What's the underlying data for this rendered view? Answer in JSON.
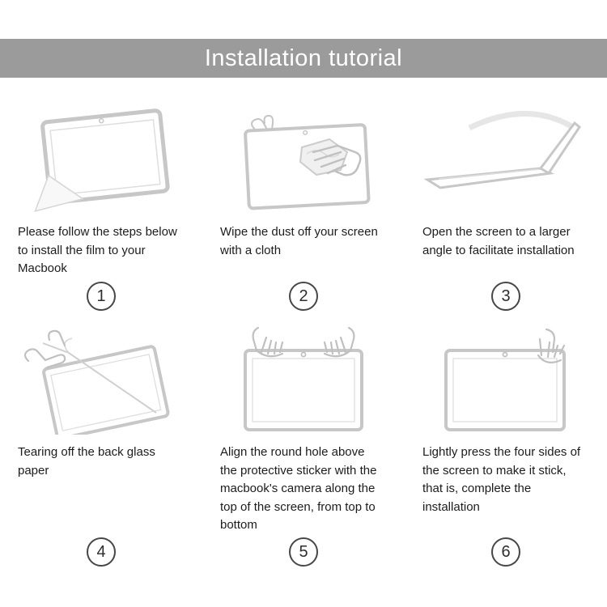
{
  "header": {
    "title": "Installation tutorial",
    "bg": "#9b9b9b",
    "text_color": "#ffffff"
  },
  "style": {
    "line_art_color": "#c7c7c7",
    "caption_color": "#1c1c1c",
    "number_circle_color": "#474747"
  },
  "steps": [
    {
      "number": "1",
      "caption": "Please follow the steps below to install the film to your Macbook",
      "illustration": "screen-film-peeling-corner"
    },
    {
      "number": "2",
      "caption": "Wipe the dust off your screen with a cloth",
      "illustration": "hands-wiping-screen-with-cloth"
    },
    {
      "number": "3",
      "caption": "Open the screen to a larger angle to facilitate installation",
      "illustration": "laptop-opened-wide-angle"
    },
    {
      "number": "4",
      "caption": "Tearing off the back glass paper",
      "illustration": "hands-tearing-back-paper"
    },
    {
      "number": "5",
      "caption": "Align the round hole above the protective sticker with the macbook's camera along the top of the screen, from top to bottom",
      "illustration": "hands-aligning-film-with-camera"
    },
    {
      "number": "6",
      "caption": "Lightly press the four sides of the screen to make it stick, that is, complete the installation",
      "illustration": "hand-pressing-screen-sides"
    }
  ]
}
